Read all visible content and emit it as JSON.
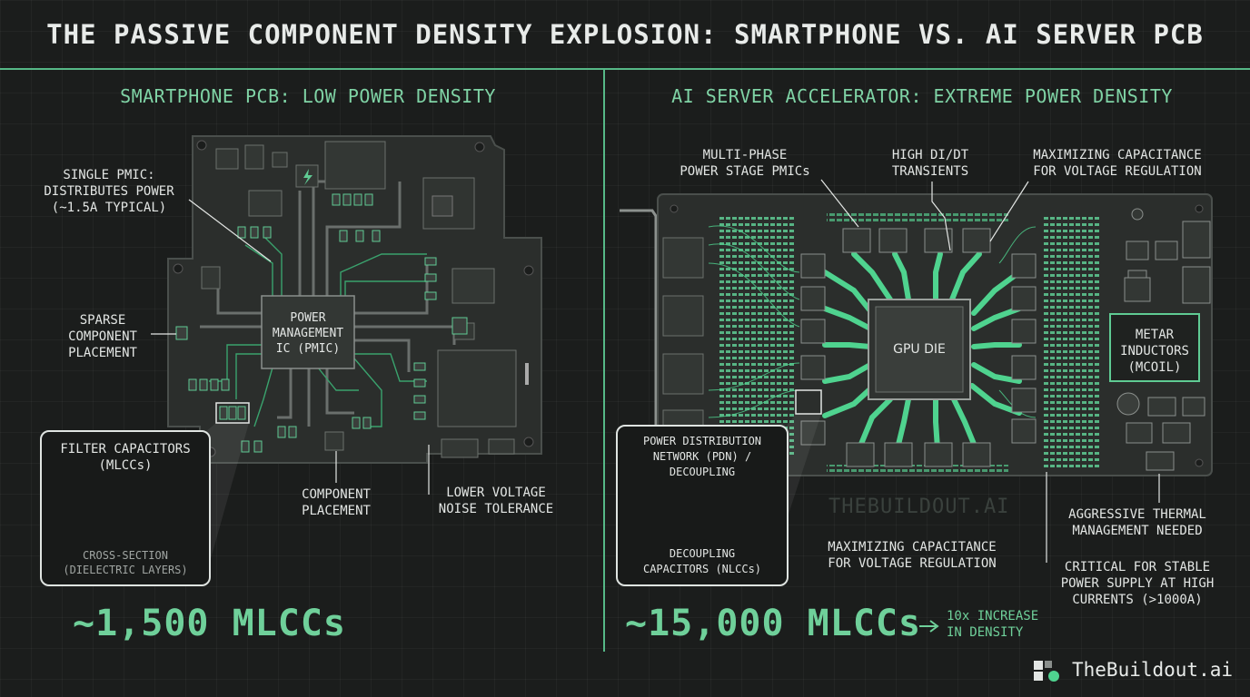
{
  "title": "THE PASSIVE COMPONENT DENSITY EXPLOSION: SMARTPHONE VS. AI SERVER PCB",
  "colors": {
    "accent": "#56b887",
    "accent_bright": "#4fd38f",
    "background": "#1b1d1c",
    "board": "#2c2f2d"
  },
  "smartphone": {
    "heading": "SMARTPHONE PCB: LOW POWER DENSITY",
    "pmic_callout": [
      "SINGLE PMIC:",
      "DISTRIBUTES POWER",
      "(~1.5A TYPICAL)"
    ],
    "sparse_callout": [
      "SPARSE",
      "COMPONENT",
      "PLACEMENT"
    ],
    "pmic_chip": [
      "POWER",
      "MANAGEMENT",
      "IC (PMIC)"
    ],
    "filter_box": {
      "title": [
        "FILTER CAPACITORS",
        "(MLCCs)"
      ],
      "caption": [
        "CROSS-SECTION",
        "(DIELECTRIC LAYERS)"
      ]
    },
    "placement_callout": [
      "COMPONENT",
      "PLACEMENT"
    ],
    "voltage_callout": [
      "LOWER VOLTAGE",
      "NOISE TOLERANCE"
    ],
    "count": "~1,500 MLCCs"
  },
  "server": {
    "heading": "AI SERVER ACCELERATOR: EXTREME POWER DENSITY",
    "multiphase_callout": [
      "MULTI-PHASE",
      "POWER STAGE PMICs"
    ],
    "didt_callout": [
      "HIGH DI/DT",
      "TRANSIENTS"
    ],
    "capacitance_top_callout": [
      "MAXIMIZING CAPACITANCE",
      "FOR VOLTAGE REGULATION"
    ],
    "gpu_label": "GPU DIE",
    "inductor_box": [
      "METAR",
      "INDUCTORS",
      "(MCOIL)"
    ],
    "pdn_box": {
      "title": [
        "POWER DISTRIBUTION",
        "NETWORK (PDN) /",
        "DECOUPLING"
      ],
      "caption": [
        "DECOUPLING",
        "CAPACITORS (NLCCs)"
      ]
    },
    "watermark": "THEBUILDOUT.AI",
    "capacitance_bottom_callout": [
      "MAXIMIZING CAPACITANCE",
      "FOR VOLTAGE REGULATION"
    ],
    "thermal_callout": [
      "AGGRESSIVE THERMAL",
      "MANAGEMENT NEEDED"
    ],
    "critical_callout": [
      "CRITICAL FOR STABLE",
      "POWER SUPPLY AT HIGH",
      "CURRENTS (>1000A)"
    ],
    "count": "~15,000 MLCCs",
    "increase_note": [
      "10x INCREASE",
      "IN DENSITY"
    ]
  },
  "brand": {
    "name": "TheBuildout.ai",
    "icon": "buildout-logo-icon"
  }
}
